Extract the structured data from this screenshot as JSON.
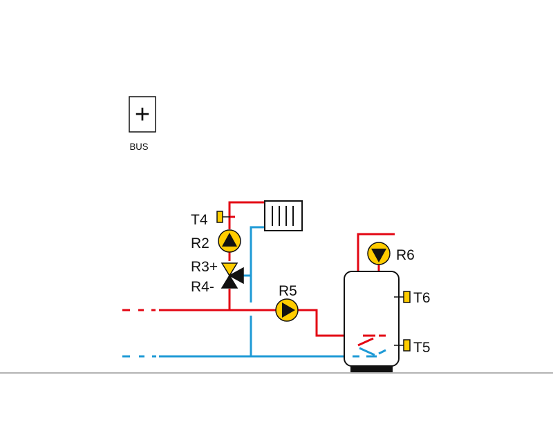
{
  "colors": {
    "supply": "#e30613",
    "return": "#1e9ad6",
    "component": "#ffcc00",
    "outline": "#111111",
    "floor": "#9a9a9a"
  },
  "bus": {
    "symbol": "+",
    "label": "BUS"
  },
  "labels": {
    "t4": "T4",
    "r2": "R2",
    "r3": "R3+",
    "r4": "R4-",
    "r5": "R5",
    "r6": "R6",
    "t6": "T6",
    "t5": "T5"
  },
  "icons": [
    "bus-connector-icon",
    "radiator-icon",
    "pump-icon",
    "mixing-valve-icon",
    "temperature-sensor-icon",
    "storage-tank-icon",
    "heat-exchanger-coil-icon"
  ]
}
